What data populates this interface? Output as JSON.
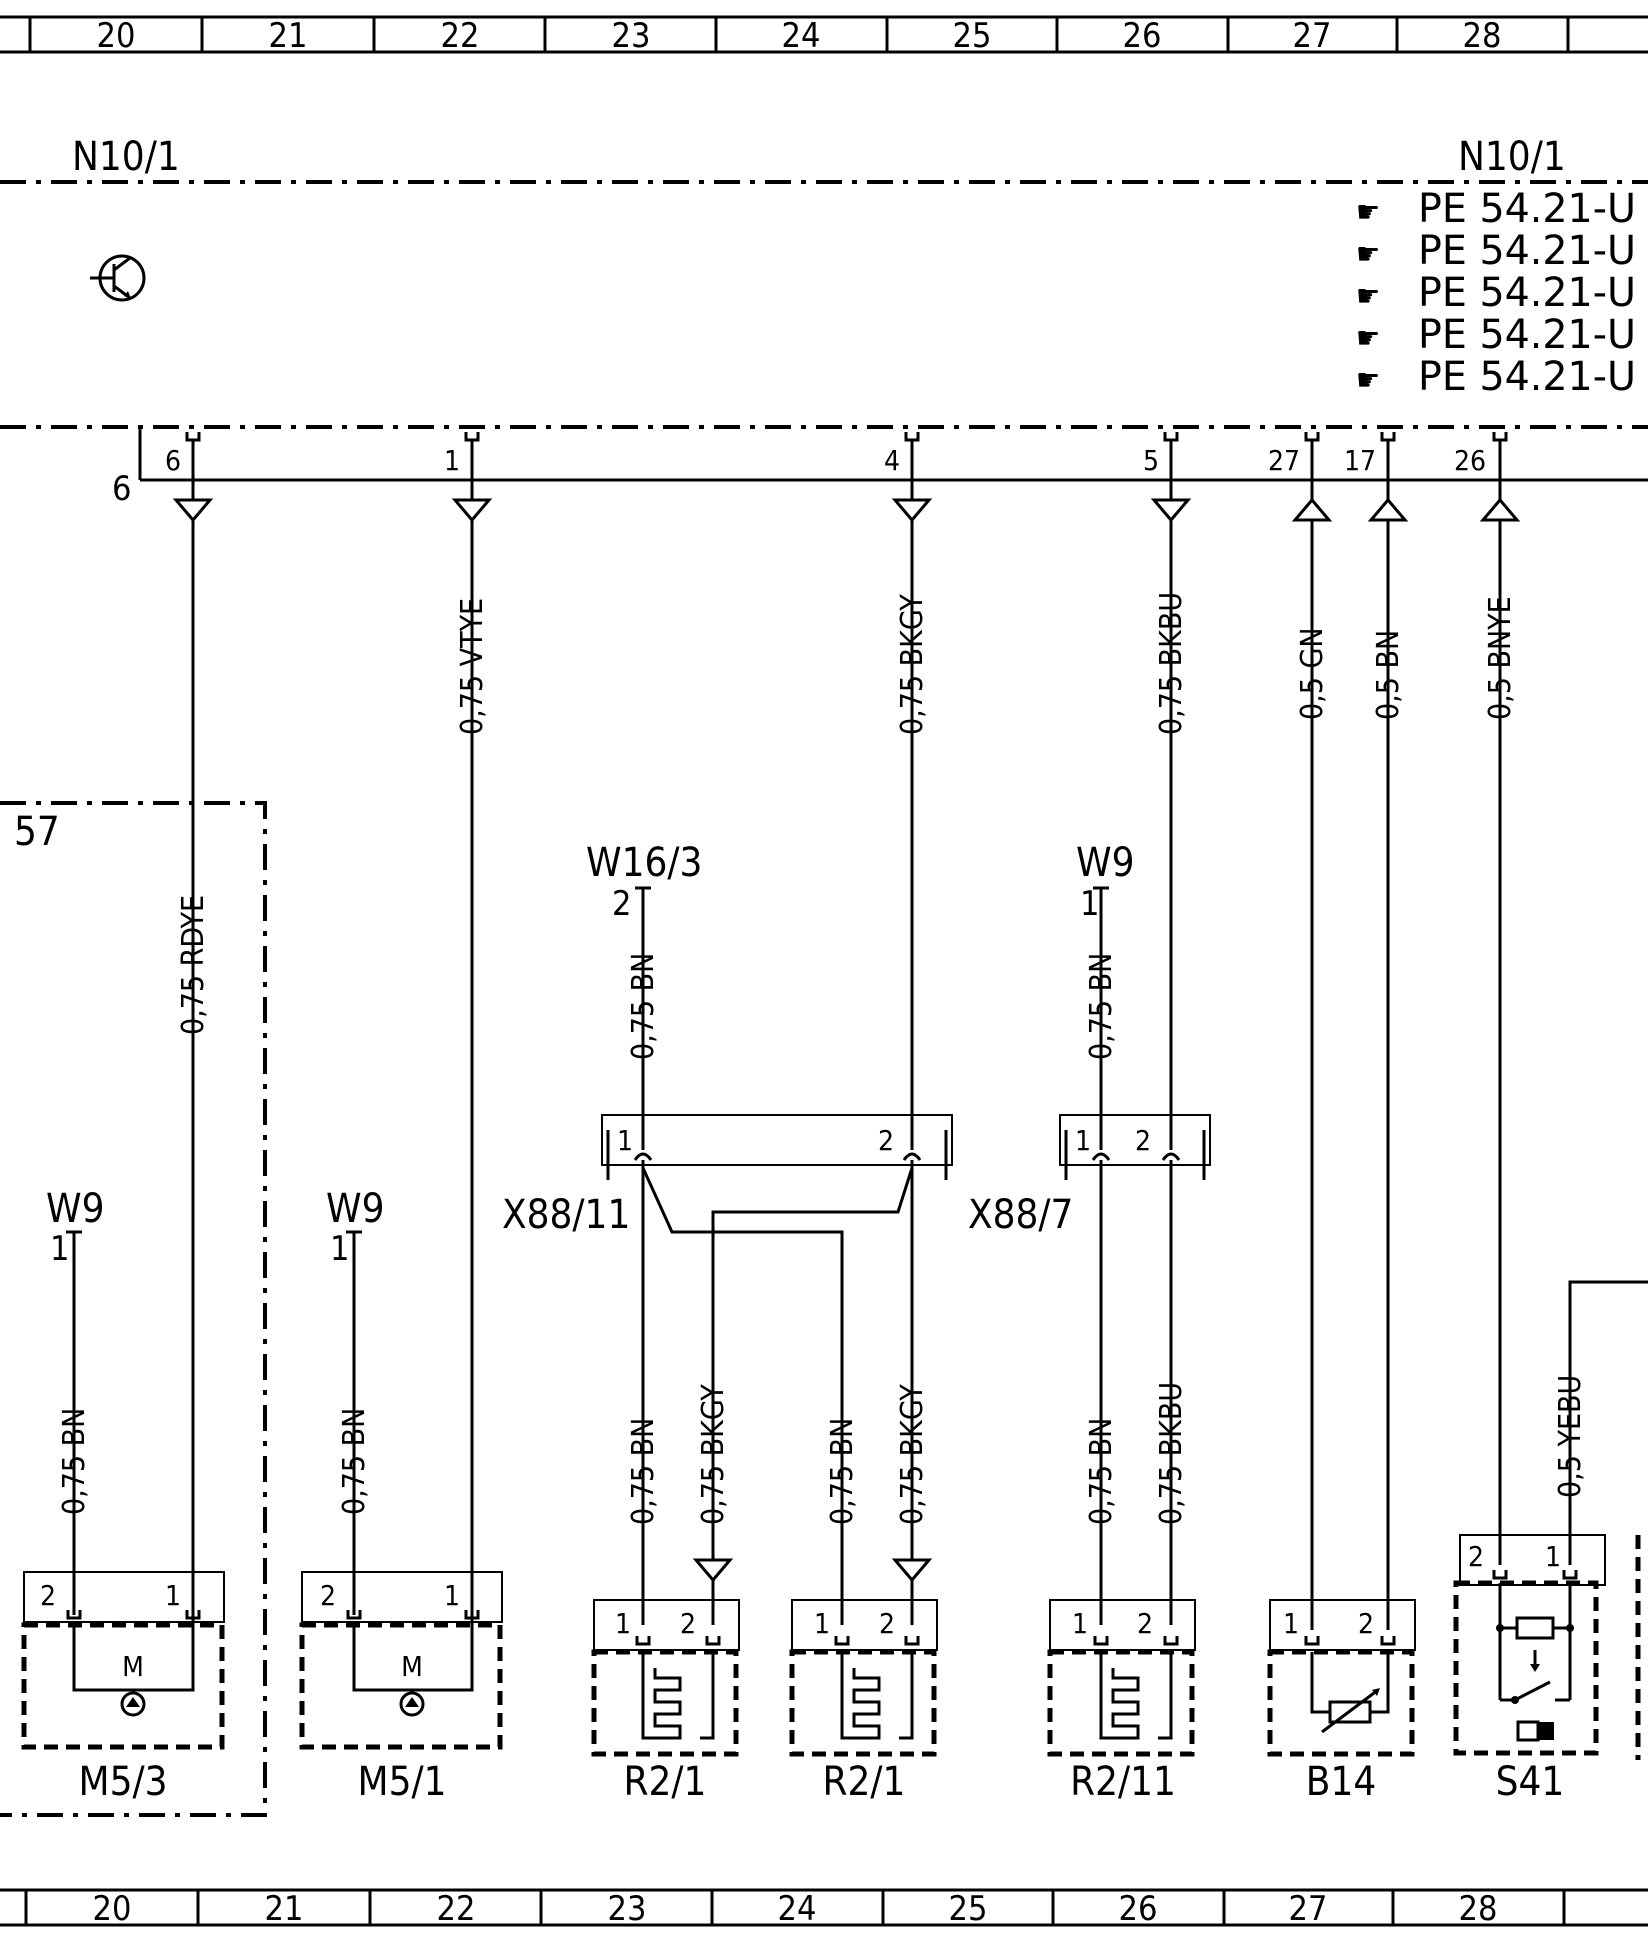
{
  "grid": {
    "columns": [
      "20",
      "21",
      "22",
      "23",
      "24",
      "25",
      "26",
      "27",
      "28"
    ]
  },
  "control_unit": {
    "id_left": "N10/1",
    "id_right": "N10/1",
    "page_refs": [
      "PE 54.21-U",
      "PE 54.21-U",
      "PE 54.21-U",
      "PE 54.21-U",
      "PE 54.21-U"
    ],
    "bus_label": "6",
    "pins": [
      {
        "num": "6",
        "direction": "out",
        "wire": "0,75 RDYE"
      },
      {
        "num": "1",
        "direction": "out",
        "wire": "0,75 VTYE"
      },
      {
        "num": "4",
        "direction": "out",
        "wire": "0,75 BKGY"
      },
      {
        "num": "5",
        "direction": "out",
        "wire": "0,75 BKBU"
      },
      {
        "num": "27",
        "direction": "in",
        "wire": "0,5 GN"
      },
      {
        "num": "17",
        "direction": "in",
        "wire": "0,5 BN"
      },
      {
        "num": "26",
        "direction": "in",
        "wire": "0,5 BNYE"
      }
    ]
  },
  "zone": {
    "label": "57"
  },
  "grounds": [
    {
      "id": "W9",
      "pin": "1",
      "wire": "0,75 BN"
    },
    {
      "id": "W9",
      "pin": "1",
      "wire": "0,75 BN"
    },
    {
      "id": "W16/3",
      "pin": "2",
      "wire": "0,75 BN"
    },
    {
      "id": "W9",
      "pin": "1",
      "wire": "0,75 BN"
    }
  ],
  "connectors": [
    {
      "id": "X88/11",
      "pin1": "1",
      "pin2": "2"
    },
    {
      "id": "X88/7",
      "pin1": "1",
      "pin2": "2"
    }
  ],
  "branch_wires": {
    "r21a_bn": "0,75 BN",
    "r21a_bkgy": "0,75 BKGY",
    "r21b_bn": "0,75 BN",
    "r21b_bkgy": "0,75 BKGY",
    "r211_bn": "0,75 BN",
    "r211_bkbu": "0,75 BKBU",
    "s41_yebu": "0,5 YEBU"
  },
  "components": [
    {
      "id": "M5/3",
      "pin_a": "2",
      "pin_b": "1",
      "symbol": "M"
    },
    {
      "id": "M5/1",
      "pin_a": "2",
      "pin_b": "1",
      "symbol": "M"
    },
    {
      "id": "R2/1",
      "pin_a": "1",
      "pin_b": "2"
    },
    {
      "id": "R2/1",
      "pin_a": "1",
      "pin_b": "2"
    },
    {
      "id": "R2/11",
      "pin_a": "1",
      "pin_b": "2"
    },
    {
      "id": "B14",
      "pin_a": "1",
      "pin_b": "2"
    },
    {
      "id": "S41",
      "pin_a": "2",
      "pin_b": "1"
    }
  ]
}
